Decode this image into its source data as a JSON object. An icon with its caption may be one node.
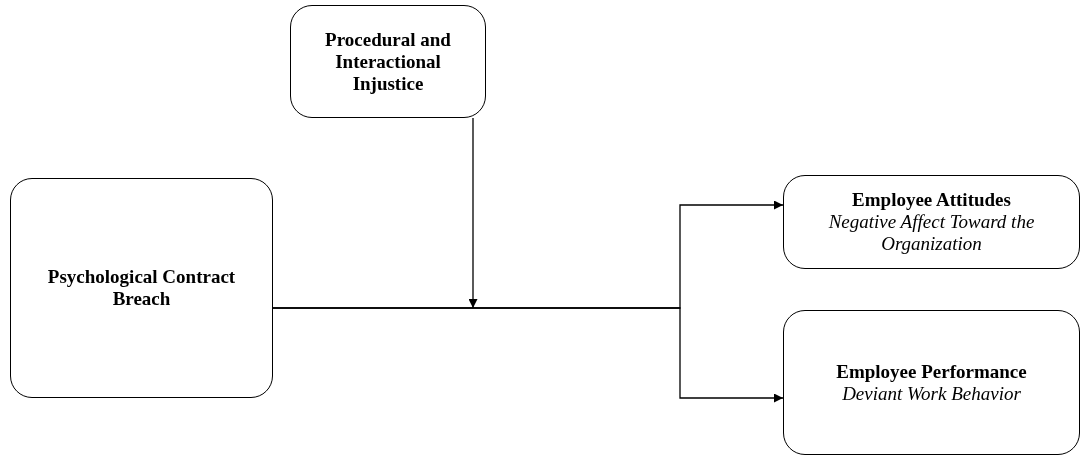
{
  "diagram": {
    "nodes": [
      {
        "text": [
          "Procedural and Interactional Injustice"
        ]
      },
      {
        "text": [
          "Psychological Contract Breach"
        ]
      },
      {
        "text": [
          "Employee Attitudes",
          "Negative Affect Toward the Organization"
        ]
      },
      {
        "text": [
          "Employee Performance",
          "Deviant Work Behavior"
        ]
      }
    ],
    "edges": [
      {
        "from": 1,
        "to": 2,
        "arrow": "to"
      },
      {
        "from": 1,
        "to": 3,
        "arrow": "to"
      },
      {
        "from": 0,
        "to": null,
        "arrow": "to"
      }
    ]
  }
}
